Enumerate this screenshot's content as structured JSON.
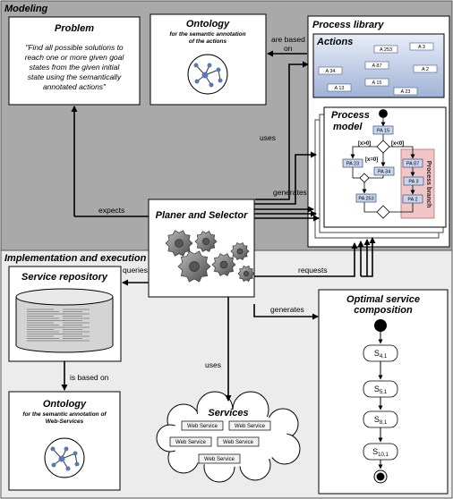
{
  "sections": {
    "modeling": "Modeling",
    "implementation": "Implementation and execution"
  },
  "problem": {
    "title": "Problem",
    "lines": [
      "\"Find all possible solutions to",
      "reach one or more given goal",
      "states from the given initial",
      "state using the semantically",
      "annotated actions\""
    ]
  },
  "ontology_top": {
    "title": "Ontology",
    "subtitle": "for the semantic annotation",
    "subtitle2": "of the actions"
  },
  "process_library": {
    "title": "Process library",
    "actions_title": "Actions",
    "actions": [
      "A 253",
      "A 3",
      "A 87",
      "A 34",
      "A 2",
      "A 15",
      "A 13",
      "A 23"
    ]
  },
  "process_model": {
    "title1": "Process",
    "title2": "model",
    "nodes": [
      "PA 15",
      "PA 23",
      "PA 34",
      "PA 253",
      "PA 87",
      "PA 3",
      "PA 2"
    ],
    "conditions": [
      "[x>0]",
      "[x<0]",
      "[x=0]"
    ],
    "branch_label": "Process branch"
  },
  "planner": {
    "title": "Planer and Selector"
  },
  "service_repository": {
    "title": "Service repository"
  },
  "ontology_bottom": {
    "title": "Ontology",
    "subtitle": "for the semantic annotation of",
    "subtitle2": "Web-Services"
  },
  "services": {
    "title": "Services",
    "items": [
      "Web Service",
      "Web Service",
      "Web Service",
      "Web Service",
      "Web Service"
    ]
  },
  "composition": {
    "title1": "Optimal service",
    "title2": "composition",
    "steps": [
      {
        "base": "S",
        "sub": "4,1"
      },
      {
        "base": "S",
        "sub": "5,1"
      },
      {
        "base": "S",
        "sub": "8,1"
      },
      {
        "base": "S",
        "sub": "10,1"
      }
    ]
  },
  "edge_labels": {
    "are_based_on_1": "are based",
    "are_based_on_2": "on",
    "uses_top": "uses",
    "generates_top": "generates",
    "expects": "expects",
    "queries": "queries",
    "requests": "requests",
    "generates_bottom": "generates",
    "is_based_on": "is based on",
    "uses_bottom": "uses"
  }
}
